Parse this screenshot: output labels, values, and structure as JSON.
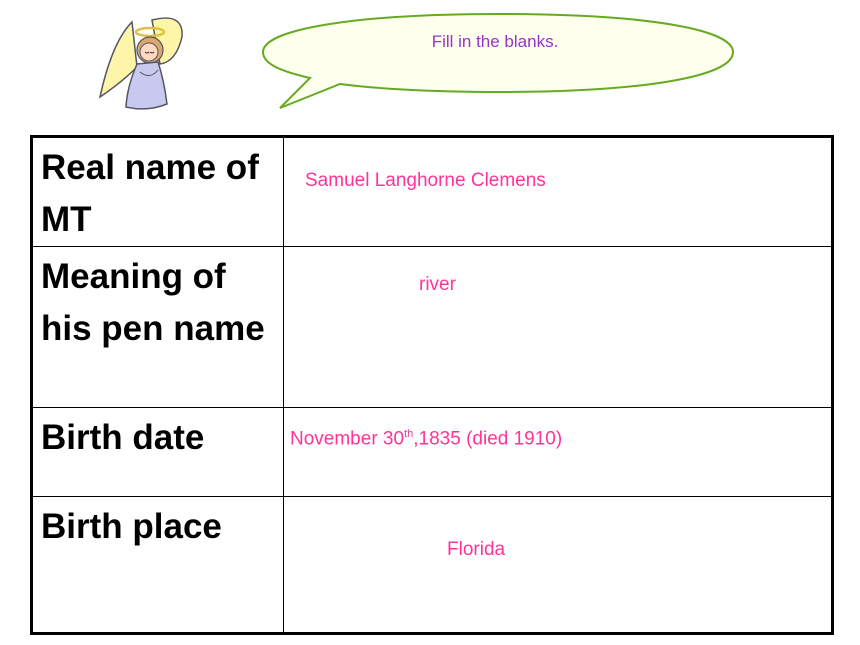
{
  "speech_bubble": {
    "text": "Fill in the blanks."
  },
  "table": {
    "rows": [
      {
        "label": "Real name of MT",
        "answer": "Samuel Langhorne Clemens"
      },
      {
        "label": "Meaning of his pen name",
        "answer": "river"
      },
      {
        "label": "Birth date",
        "answer_prefix": "November 30",
        "answer_sup": "th",
        "answer_suffix": ",1835 (died 1910)"
      },
      {
        "label": "Birth place",
        "answer": "Florida"
      }
    ]
  },
  "colors": {
    "answer": "#ff3399",
    "bubble_text": "#9933cc",
    "bubble_border": "#66aa22",
    "bubble_fill": "#ffffee"
  }
}
